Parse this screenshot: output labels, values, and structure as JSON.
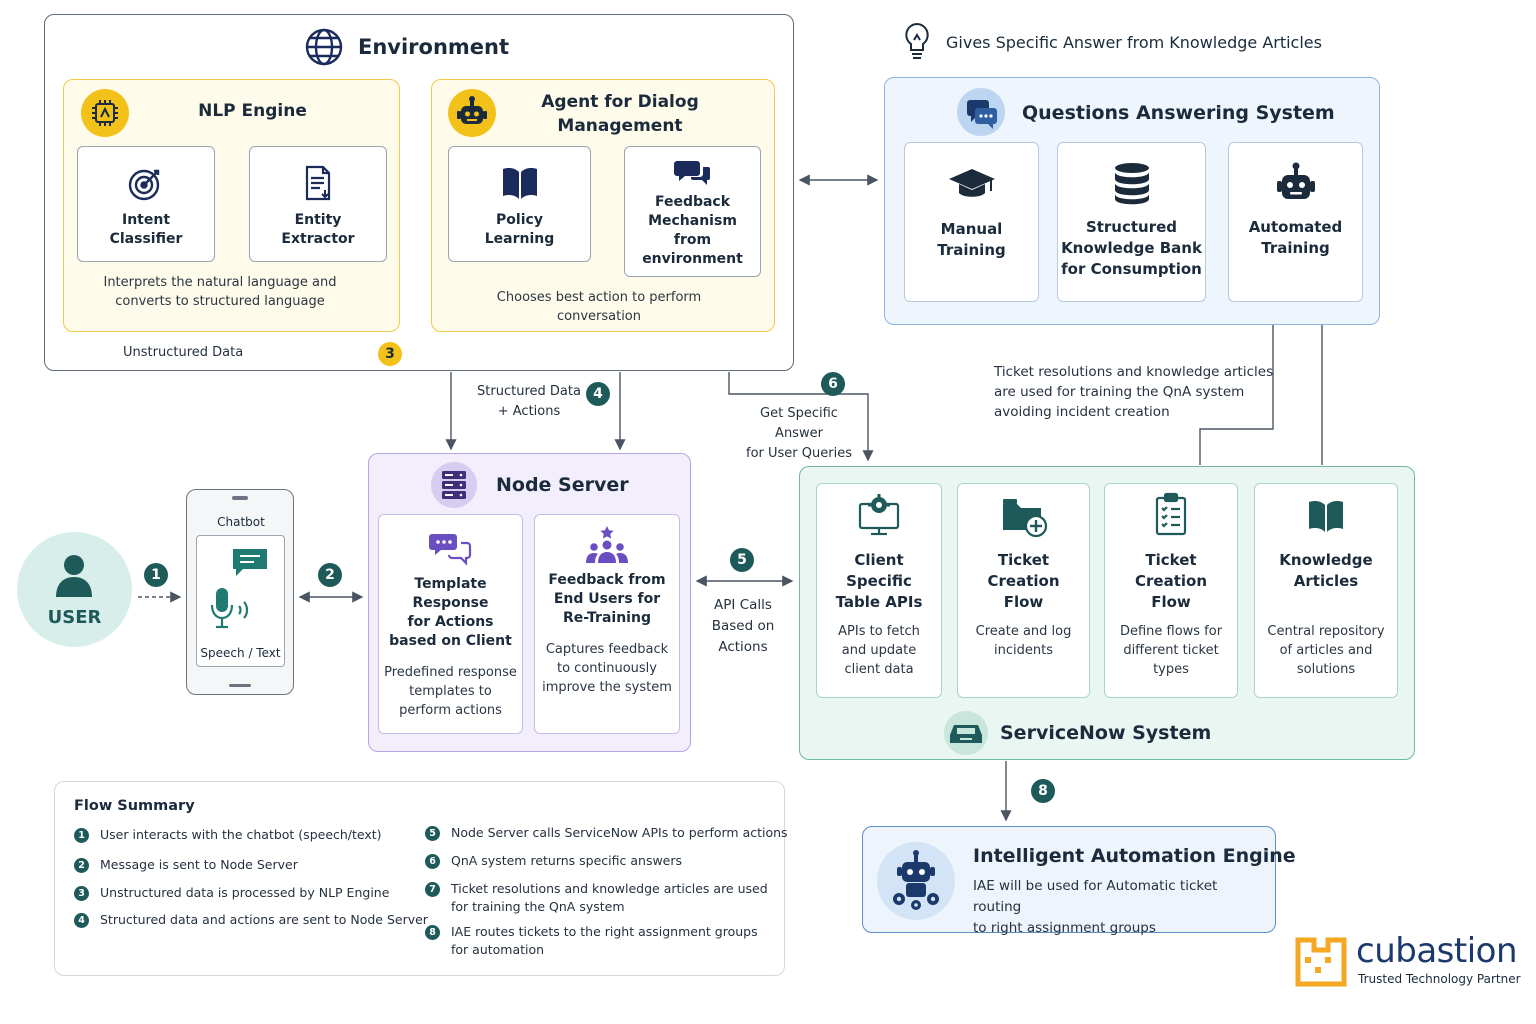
{
  "environment": {
    "title": "Environment",
    "nlp": {
      "title": "NLP Engine",
      "cards": [
        "Intent\nClassifier",
        "Entity\nExtractor"
      ],
      "desc": "Interprets the natural language and converts to structured language"
    },
    "agent": {
      "title": "Agent for Dialog\nManagement",
      "cards": [
        "Policy\nLearning",
        "Feedback\nMechanism\nfrom\nenvironment"
      ],
      "desc": "Chooses best action to perform conversation"
    },
    "unstructured_label": "Unstructured Data"
  },
  "qa": {
    "header": "Gives Specific Answer from Knowledge Articles",
    "title": "Questions Answering System",
    "cards": [
      "Manual\nTraining",
      "Structured\nKnowledge Bank\nfor Consumption",
      "Automated\nTraining"
    ]
  },
  "node": {
    "title": "Node Server",
    "cards": [
      {
        "label": "Template Response\nfor Actions\nbased on Client",
        "desc": "Predefined response\ntemplates to\nperform actions"
      },
      {
        "label": "Feedback from\nEnd Users for\nRe-Training",
        "desc": "Captures feedback\nto continuously\nimprove the system"
      }
    ]
  },
  "user": {
    "label": "USER",
    "chatbot_label": "Chatbot",
    "speech_label": "Speech / Text"
  },
  "servicenow": {
    "title": "ServiceNow System",
    "cards": [
      {
        "label": "Client\nSpecific\nTable APIs",
        "desc": "APIs to fetch\nand update\nclient data"
      },
      {
        "label": "Ticket\nCreation\nFlow",
        "desc": "Create and log\nincidents"
      },
      {
        "label": "Ticket\nCreation\nFlow",
        "desc": "Define flows for\ndifferent ticket\ntypes"
      },
      {
        "label": "Knowledge\nArticles",
        "desc": "Central repository\nof articles and\nsolutions"
      }
    ]
  },
  "iae": {
    "title": "Intelligent Automation Engine",
    "desc": "IAE will be used for Automatic ticket routing\nto right assignment groups"
  },
  "flow_labels": {
    "structured": "Structured Data\n+ Actions",
    "get_answer": "Get Specific Answer\nfor User Queries",
    "api_calls": "API Calls\nBased on\nActions",
    "ticket_training": "Ticket resolutions and knowledge articles\nare used for training the QnA system\navoiding incident creation"
  },
  "badges": [
    "1",
    "2",
    "3",
    "4",
    "5",
    "6",
    "8"
  ],
  "summary": {
    "title": "Flow Summary",
    "left": [
      {
        "n": "1",
        "text": "User interacts with the chatbot (speech/text)"
      },
      {
        "n": "2",
        "text": "Message is sent to Node Server"
      },
      {
        "n": "3",
        "text": "Unstructured data is processed by NLP Engine"
      },
      {
        "n": "4",
        "text": "Structured data and actions are sent to Node Server"
      }
    ],
    "right": [
      {
        "n": "5",
        "text": "Node Server calls ServiceNow APIs to perform actions"
      },
      {
        "n": "6",
        "text": "QnA system returns specific answers"
      },
      {
        "n": "7",
        "text": "Ticket resolutions and knowledge articles are used\nfor training the QnA system"
      },
      {
        "n": "8",
        "text": "IAE routes tickets to the right assignment groups\nfor automation"
      }
    ]
  },
  "brand": {
    "name": "cubastion",
    "tagline": "Trusted Technology Partner"
  },
  "colors": {
    "teal": "#1f5a5a",
    "yellow": "#f2c21b",
    "purple": "#6b4fc2",
    "brand_orange": "#f5a623"
  }
}
